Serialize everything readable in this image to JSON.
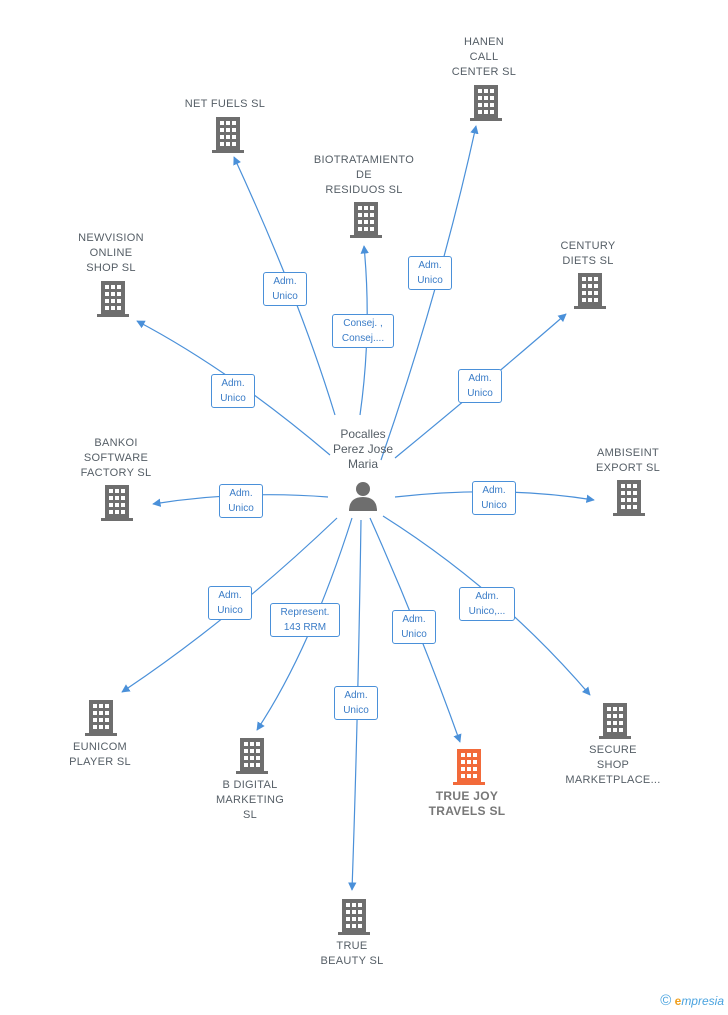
{
  "center": {
    "name": "Pocalles\nPerez Jose\nMaria",
    "icon": "person-icon"
  },
  "colors": {
    "edge": "#4a90d9",
    "building": "#6e6e6e",
    "highlight": "#f26a3a"
  },
  "nodes": [
    {
      "id": "hanen",
      "name": "HANEN\nCALL\nCENTER  SL",
      "icon": "building-icon",
      "edge_label": "Adm.\nUnico"
    },
    {
      "id": "netfuels",
      "name": "NET FUELS SL",
      "icon": "building-icon",
      "edge_label": "Adm.\nUnico"
    },
    {
      "id": "biotratamiento",
      "name": "BIOTRATAMIENTO\nDE\nRESIDUOS  SL",
      "icon": "building-icon",
      "edge_label": "Consej. ,\nConsej...."
    },
    {
      "id": "newvision",
      "name": "NEWVISION\nONLINE\nSHOP  SL",
      "icon": "building-icon",
      "edge_label": "Adm.\nUnico"
    },
    {
      "id": "century",
      "name": "CENTURY\nDIETS  SL",
      "icon": "building-icon",
      "edge_label": "Adm.\nUnico"
    },
    {
      "id": "bankoi",
      "name": "BANKOI\nSOFTWARE\nFACTORY  SL",
      "icon": "building-icon",
      "edge_label": "Adm.\nUnico"
    },
    {
      "id": "ambiseint",
      "name": "AMBISEINT\nEXPORT  SL",
      "icon": "building-icon",
      "edge_label": "Adm.\nUnico"
    },
    {
      "id": "eunicom",
      "name": "EUNICOM\nPLAYER  SL",
      "icon": "building-icon",
      "edge_label": "Adm.\nUnico"
    },
    {
      "id": "bdigital",
      "name": "B DIGITAL\nMARKETING\nSL",
      "icon": "building-icon",
      "edge_label": "Represent.\n143 RRM"
    },
    {
      "id": "truejoy",
      "name": "TRUE JOY\nTRAVELS  SL",
      "icon": "building-icon",
      "edge_label": "Adm.\nUnico",
      "highlight": true
    },
    {
      "id": "secureshop",
      "name": "SECURE\nSHOP\nMARKETPLACE...",
      "icon": "building-icon",
      "edge_label": "Adm.\nUnico,..."
    },
    {
      "id": "truebeauty",
      "name": "TRUE\nBEAUTY  SL",
      "icon": "building-icon",
      "edge_label": "Adm.\nUnico"
    }
  ],
  "footer": {
    "copyright": "©",
    "brand_initial": "e",
    "brand_rest": "mpresia"
  }
}
